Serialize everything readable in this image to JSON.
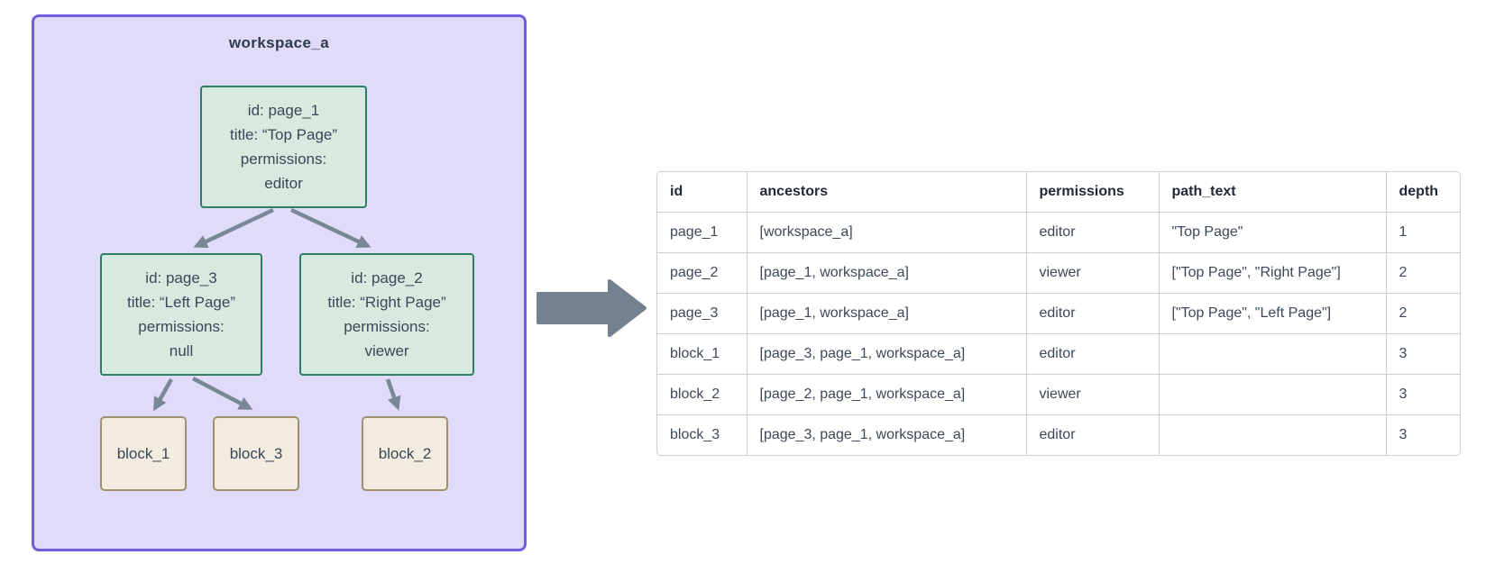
{
  "diagram": {
    "workspace_label": "workspace_a",
    "nodes": {
      "page_1": {
        "lines": [
          "id: page_1",
          "title: “Top Page”",
          "permissions:",
          "editor"
        ]
      },
      "page_3": {
        "lines": [
          "id: page_3",
          "title: “Left Page”",
          "permissions:",
          "null"
        ]
      },
      "page_2": {
        "lines": [
          "id: page_2",
          "title: “Right Page”",
          "permissions:",
          "viewer"
        ]
      }
    },
    "blocks": {
      "block_1": "block_1",
      "block_3": "block_3",
      "block_2": "block_2"
    },
    "edges": [
      {
        "from": "page_1",
        "to": "page_3"
      },
      {
        "from": "page_1",
        "to": "page_2"
      },
      {
        "from": "page_3",
        "to": "block_1"
      },
      {
        "from": "page_3",
        "to": "block_3"
      },
      {
        "from": "page_2",
        "to": "block_2"
      }
    ]
  },
  "table": {
    "columns": [
      "id",
      "ancestors",
      "permissions",
      "path_text",
      "depth"
    ],
    "rows": [
      [
        "page_1",
        "[workspace_a]",
        "editor",
        "\"Top Page\"",
        "1"
      ],
      [
        "page_2",
        "[page_1, workspace_a]",
        "viewer",
        "[\"Top Page\", \"Right Page\"]",
        "2"
      ],
      [
        "page_3",
        "[page_1, workspace_a]",
        "editor",
        "[\"Top Page\", \"Left Page\"]",
        "2"
      ],
      [
        "block_1",
        "[page_3, page_1, workspace_a]",
        "editor",
        "",
        "3"
      ],
      [
        "block_2",
        "[page_2, page_1, workspace_a]",
        "viewer",
        "",
        "3"
      ],
      [
        "block_3",
        "[page_3, page_1, workspace_a]",
        "editor",
        "",
        "3"
      ]
    ]
  },
  "colors": {
    "workspace_fill": "#dfdbf9",
    "workspace_border": "#6f5fe0",
    "page_fill": "#d8eae0",
    "page_border": "#2e7e67",
    "block_fill": "#f1ecdf",
    "block_border": "#a09070",
    "node_text": "#3b4757",
    "label_text": "#2f3b4a",
    "edge_arrow": "#7a8795",
    "big_arrow": "#74818f",
    "table_border": "#c9ced6",
    "table_header_text": "#1f2937",
    "table_cell_text": "#3c4857"
  }
}
